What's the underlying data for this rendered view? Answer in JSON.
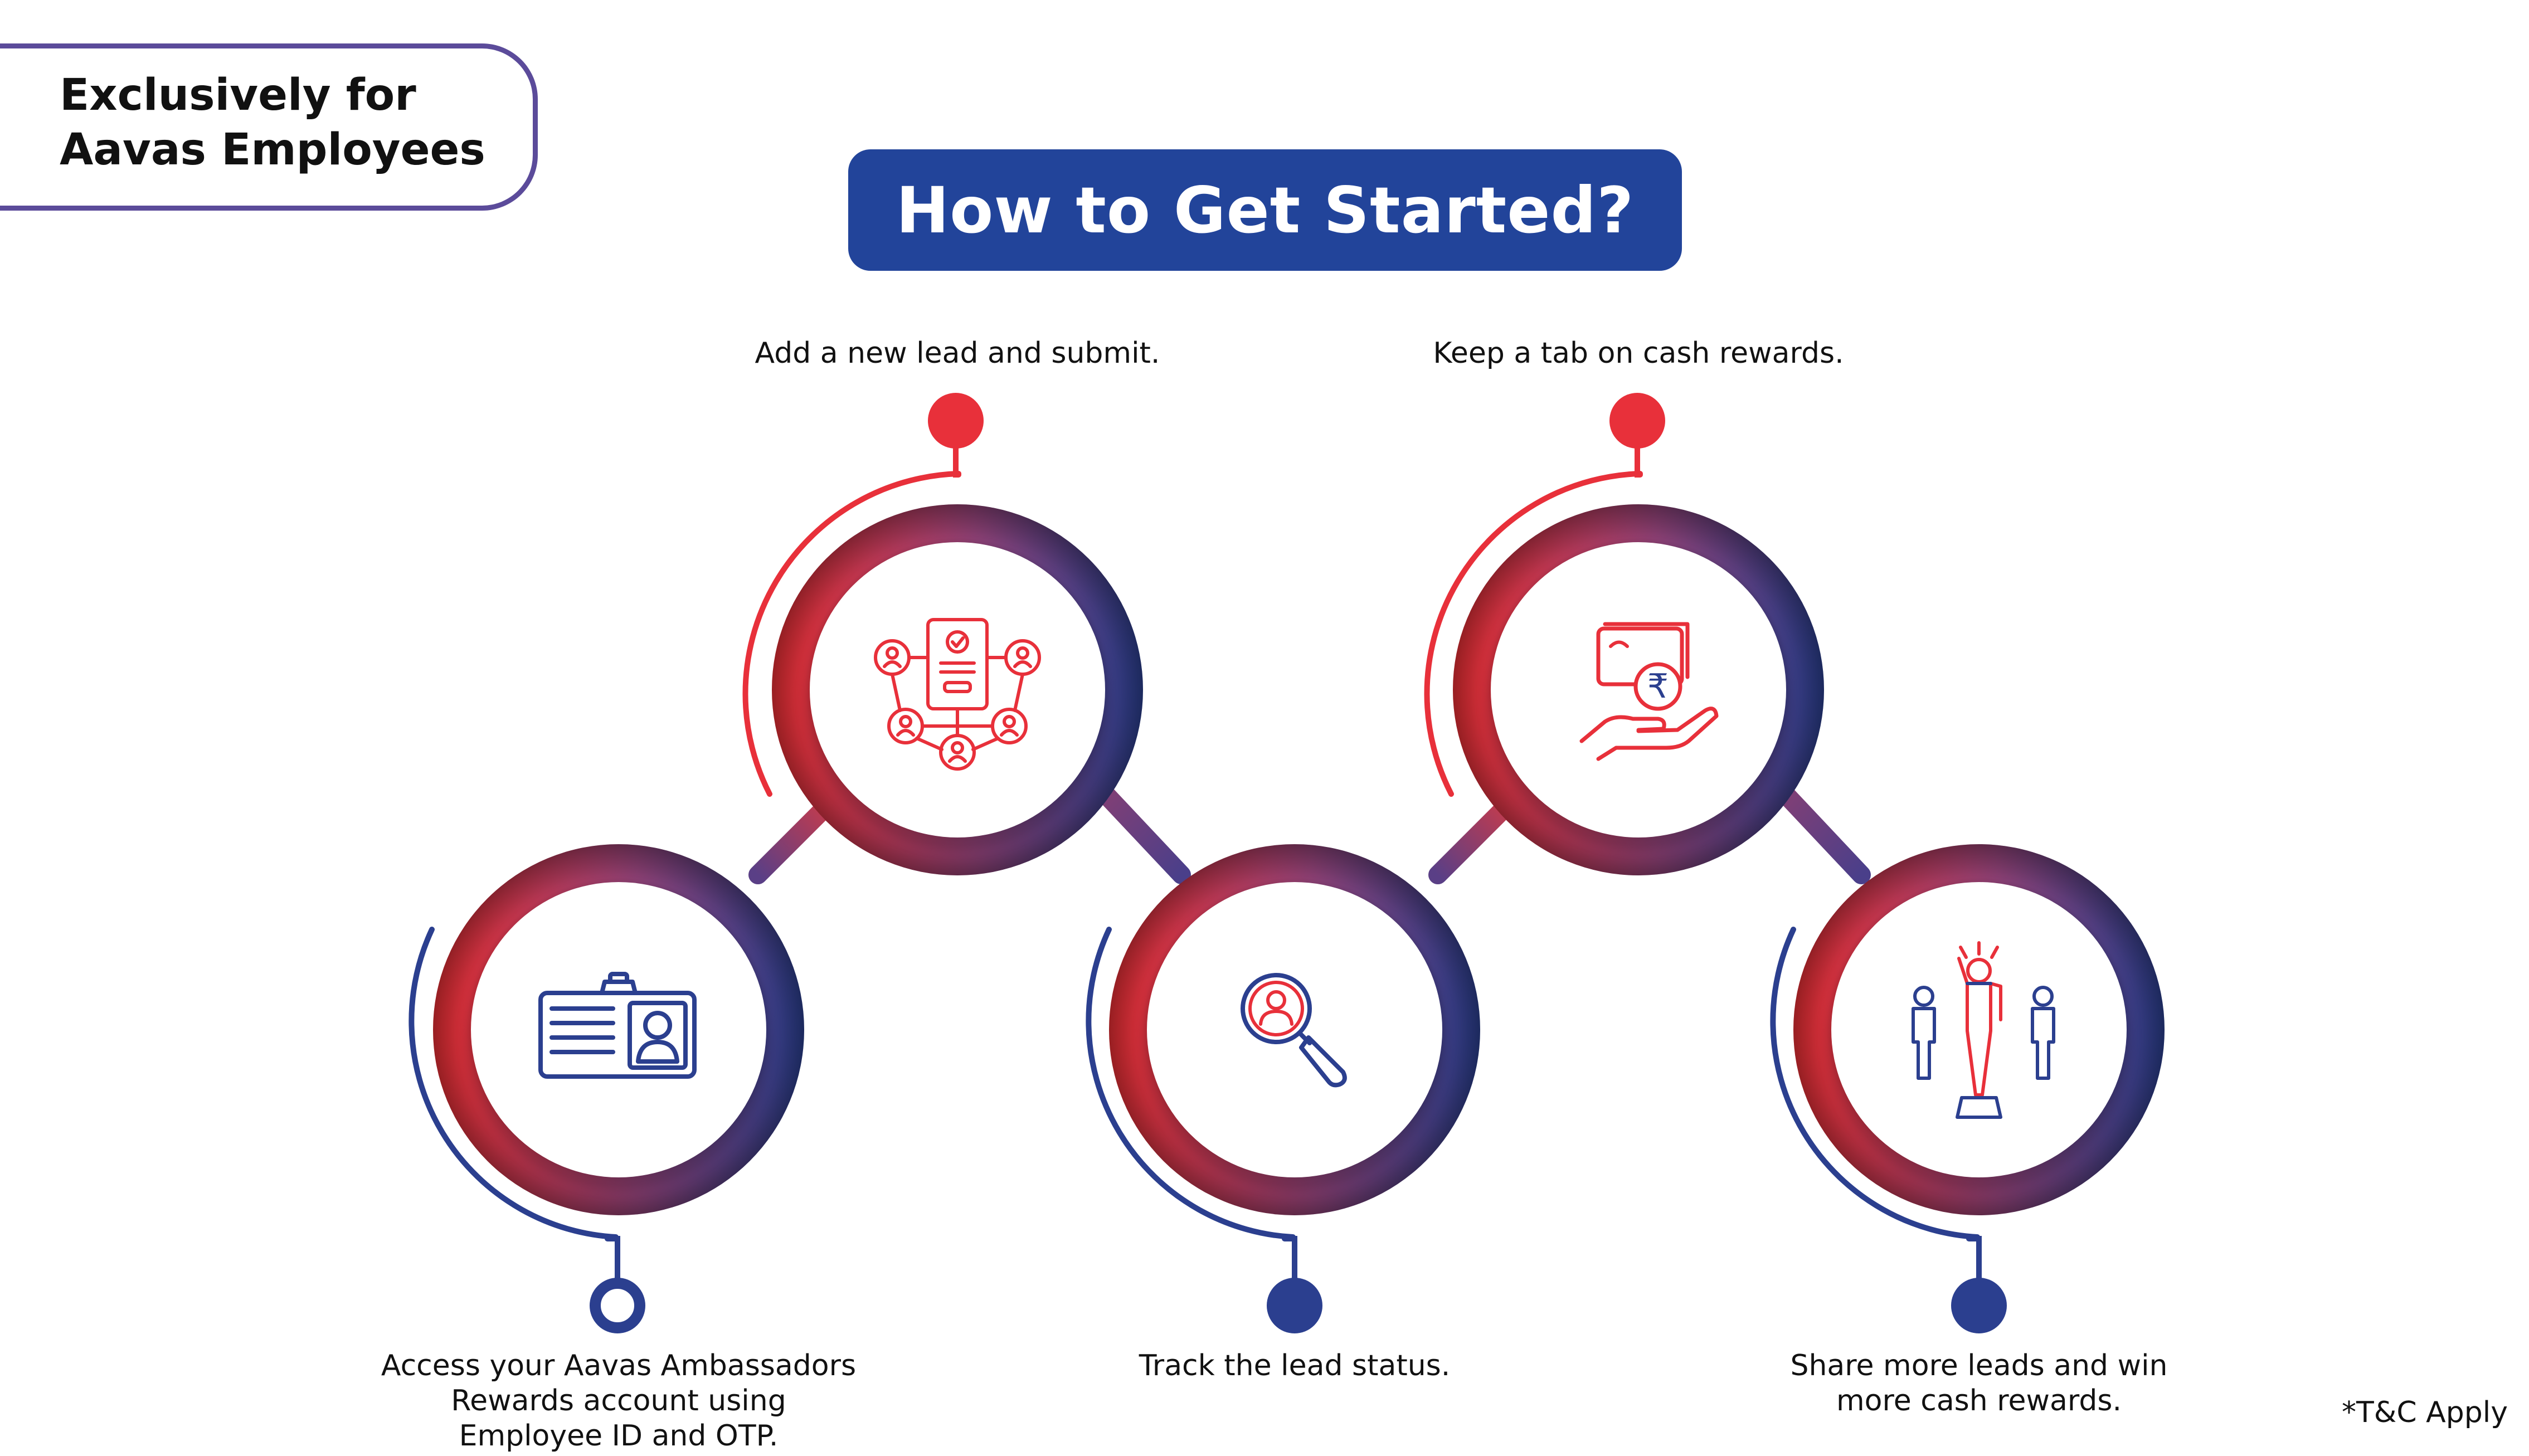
{
  "badge": {
    "line1": "Exclusively for",
    "line2": "Aavas Employees"
  },
  "title": "How to Get Started?",
  "steps": [
    {
      "text": "Access your Aavas Ambassadors Rewards account using Employee ID and OTP.",
      "lines": [
        "Access your Aavas Ambassadors",
        "Rewards account using",
        "Employee ID and OTP."
      ],
      "icon": "id-card-icon"
    },
    {
      "text": "Add a new lead and submit.",
      "lines": [
        "Add a new lead and submit."
      ],
      "icon": "lead-network-icon"
    },
    {
      "text": "Track the lead status.",
      "lines": [
        "Track the lead status."
      ],
      "icon": "magnifier-person-icon"
    },
    {
      "text": "Keep a tab on cash rewards.",
      "lines": [
        "Keep a tab on cash rewards."
      ],
      "icon": "rupee-cash-hand-icon"
    },
    {
      "text": "Share more leads and win more cash rewards.",
      "lines": [
        "Share more leads and win",
        "more cash rewards."
      ],
      "icon": "winner-podium-icon"
    }
  ],
  "disclaimer": "*T&C Apply",
  "colors": {
    "red": "#e8303a",
    "blue": "#22449a",
    "navy": "#2b3f8f",
    "purple": "#5b4b9a"
  }
}
